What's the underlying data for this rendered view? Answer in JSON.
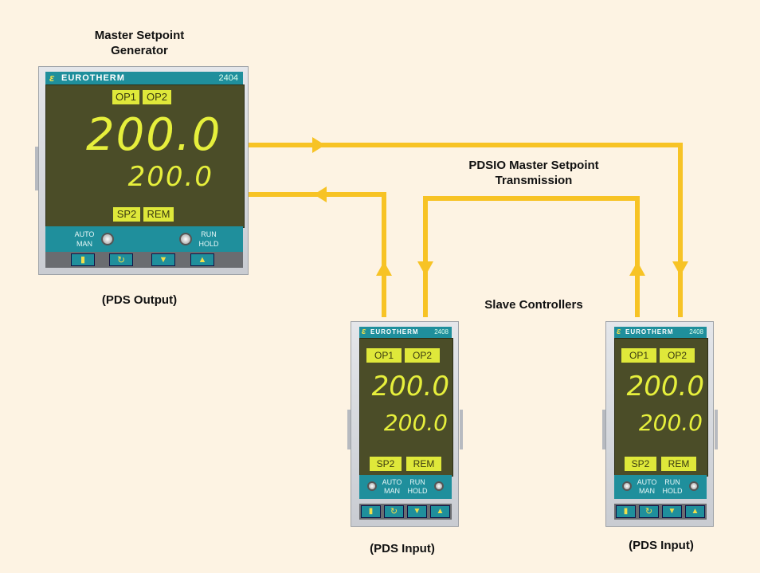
{
  "labels": {
    "master_title": "Master Setpoint Generator",
    "pds_output": "(PDS Output)",
    "pdsio_title": "PDSIO Master Setpoint Transmission",
    "slave_title": "Slave Controllers",
    "pds_input_1": "(PDS Input)",
    "pds_input_2": "(PDS Input)"
  },
  "colors": {
    "wire": "#f7c325",
    "background": "#fdf3e3",
    "bezel": "#1f8f9c",
    "display": "#4b4d28",
    "segment": "#e6ef3c"
  },
  "master": {
    "brand": "EUROTHERM",
    "model": "2404",
    "op1": "OP1",
    "op2": "OP2",
    "pv": "200.0",
    "sp": "200.0",
    "sp2": "SP2",
    "rem": "REM",
    "auto": "AUTO",
    "man": "MAN",
    "run": "RUN",
    "hold": "HOLD",
    "keys": [
      "page-icon",
      "scroll-icon",
      "down-icon",
      "up-icon"
    ]
  },
  "slave1": {
    "brand": "EUROTHERM",
    "model": "2408",
    "op1": "OP1",
    "op2": "OP2",
    "pv": "200.0",
    "sp": "200.0",
    "sp2": "SP2",
    "rem": "REM",
    "auto": "AUTO",
    "man": "MAN",
    "run": "RUN",
    "hold": "HOLD"
  },
  "slave2": {
    "brand": "EUROTHERM",
    "model": "2408",
    "op1": "OP1",
    "op2": "OP2",
    "pv": "200.0",
    "sp": "200.0",
    "sp2": "SP2",
    "rem": "REM",
    "auto": "AUTO",
    "man": "MAN",
    "run": "RUN",
    "hold": "HOLD"
  }
}
